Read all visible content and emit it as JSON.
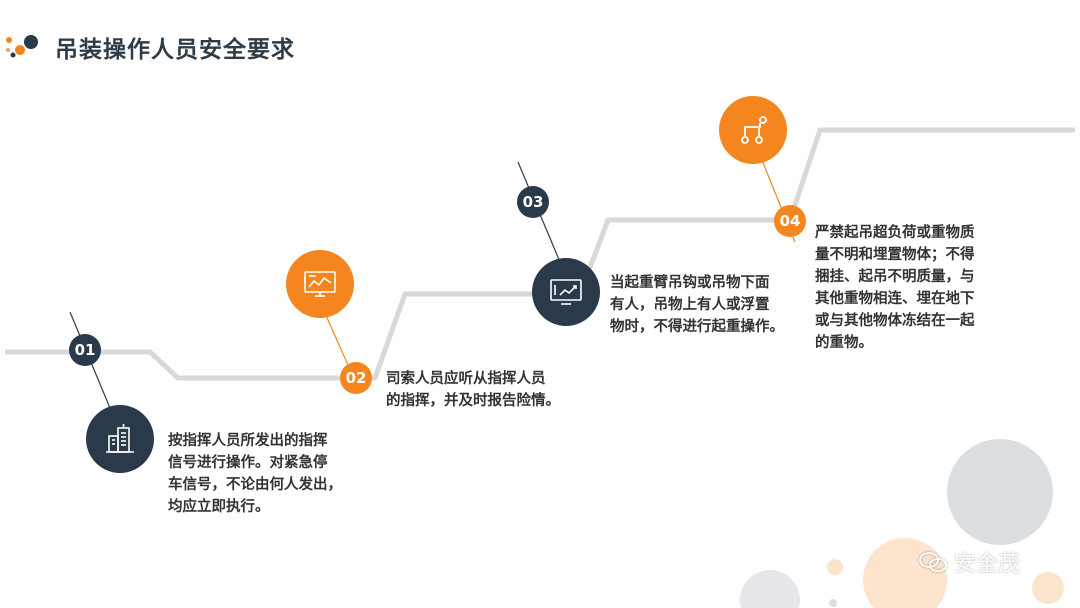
{
  "title": "吊装操作人员安全要求",
  "steps": [
    {
      "num": "01",
      "text_lines": [
        "按指挥人员所发出的指挥",
        "信号进行操作。对紧急停",
        "车信号，不论由何人发出，",
        "均应立即执行。"
      ],
      "icon": "building-icon"
    },
    {
      "num": "02",
      "text_lines": [
        "司索人员应听从指挥人员",
        "的指挥，并及时报告险情。"
      ],
      "icon": "monitor-chart-icon"
    },
    {
      "num": "03",
      "text_lines": [
        "当起重臂吊钩或吊物下面",
        "有人，吊物上有人或浮置",
        "物时，不得进行起重操作。"
      ],
      "icon": "trend-chart-icon"
    },
    {
      "num": "04",
      "text_lines": [
        "严禁起吊超负荷或重物质",
        "量不明和埋置物体；不得",
        "捆挂、起吊不明质量，与",
        "其他重物相连、埋在地下",
        "或与其他物体冻结在一起",
        "的重物。"
      ],
      "icon": "branch-icon"
    }
  ],
  "watermark": "安全茂",
  "colors": {
    "navy": "#2a3a4a",
    "orange": "#f5861f",
    "line": "#d8d8d8"
  }
}
